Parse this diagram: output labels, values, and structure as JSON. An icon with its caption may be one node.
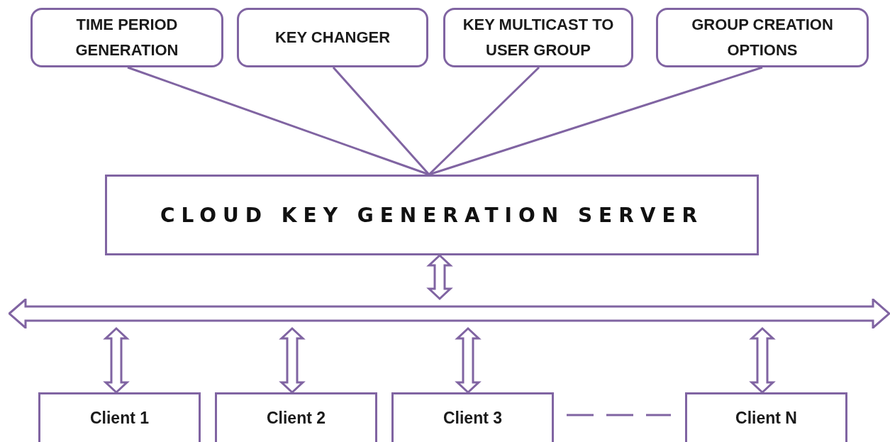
{
  "diagram": {
    "nodes": [
      {
        "text": [
          "TIME PERIOD GENERATION"
        ]
      },
      {
        "text": [
          "KEY CHANGER"
        ]
      },
      {
        "text": [
          "KEY MULTICAST TO USER GROUP"
        ]
      },
      {
        "text": [
          "GROUP CREATION OPTIONS"
        ]
      },
      {
        "text": [
          "CLOUD KEY GENERATION SERVER"
        ]
      },
      {
        "text": [],
        "shape": "bar"
      },
      {
        "text": [
          "Client 1"
        ]
      },
      {
        "text": [
          "Client 2"
        ]
      },
      {
        "text": [
          "Client 3"
        ]
      },
      {
        "text": [
          "Client N"
        ]
      }
    ],
    "edges": [
      {
        "from": 0,
        "to": 4,
        "arrow": "none"
      },
      {
        "from": 1,
        "to": 4,
        "arrow": "none"
      },
      {
        "from": 2,
        "to": 4,
        "arrow": "none"
      },
      {
        "from": 3,
        "to": 4,
        "arrow": "none"
      },
      {
        "from": 4,
        "to": 5,
        "arrow": "both",
        "style": "thick"
      },
      {
        "from": 5,
        "to": 6,
        "arrow": "both",
        "style": "thick"
      },
      {
        "from": 5,
        "to": 7,
        "arrow": "both",
        "style": "thick"
      },
      {
        "from": 5,
        "to": 8,
        "arrow": "both",
        "style": "thick"
      },
      {
        "from": 5,
        "to": 9,
        "arrow": "both",
        "style": "thick"
      },
      {
        "from": 8,
        "to": 9,
        "arrow": "none",
        "style": "dashed"
      }
    ]
  }
}
